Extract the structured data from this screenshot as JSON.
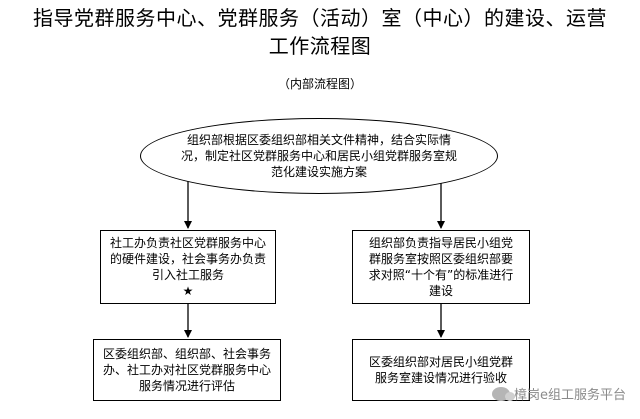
{
  "title_line1": "指导党群服务中心、党群服务（活动）室（中心）的建设、运营",
  "title_line2": "工作流程图",
  "subtitle": "（内部流程图）",
  "start_node": "组织部根据区委组织部相关文件精神，结合实际情况，制定社区党群服务中心和居民小组党群服务室规范化建设实施方案",
  "left_step1": "社工办负责社区党群服务中心的硬件建设，社会事务办负责引入社工服务",
  "left_step1_mark": "★",
  "right_step1": "组织部负责指导居民小组党群服务室按照区委组织部要求对照“十个有”的标准进行建设",
  "left_step2": "区委组织部、组织部、社会事务办、社工办对社区党群服务中心服务情况进行评估",
  "right_step2": "区委组织部对居民小组党群服务室建设情况进行验收",
  "watermark": "樟岗e组工服务平台",
  "icons": {
    "watermark_logo": "chat-bubble-icon"
  }
}
